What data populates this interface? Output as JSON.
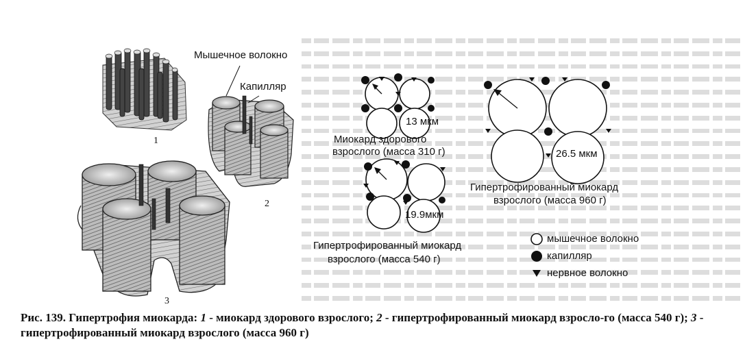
{
  "figure": {
    "labels": {
      "muscle_fiber": "Мышечное волокно",
      "capillary": "Капилляр",
      "num1": "1",
      "num2": "2",
      "num3": "3"
    },
    "diagrams": {
      "healthy_size": "13  мкм",
      "healthy_label_line1": "Миокард здорового",
      "healthy_label_line2": "взрослого (масса 310 г)",
      "hyp540_size": "19.9мкм",
      "hyp540_label_line1": "Гипертрофированный миокард",
      "hyp540_label_line2": "взрослого (масса 540 г)",
      "hyp960_size": "26.5 мкм",
      "hyp960_label_line1": "Гипертрофированный миокард",
      "hyp960_label_line2": "взрослого (масса 960 г)"
    },
    "legend": [
      {
        "symbol": "open-circle",
        "text": "мышечное волокно"
      },
      {
        "symbol": "filled-circle",
        "text": "капилляр"
      },
      {
        "symbol": "triangle",
        "text": "нервное волокно"
      }
    ]
  },
  "caption": {
    "prefix": "Рис. 139. Гипертрофия миокарда: ",
    "n1": "1",
    "t1": " - миокард здорового взрослого; ",
    "n2": "2",
    "t2": " - гипертрофированный миокард взросло-го (масса 540 г); ",
    "n3": "3",
    "t3": " - гипертрофированный миокард взрослого (масса 960 г)"
  },
  "colors": {
    "ink": "#111111",
    "page": "#ffffff"
  }
}
